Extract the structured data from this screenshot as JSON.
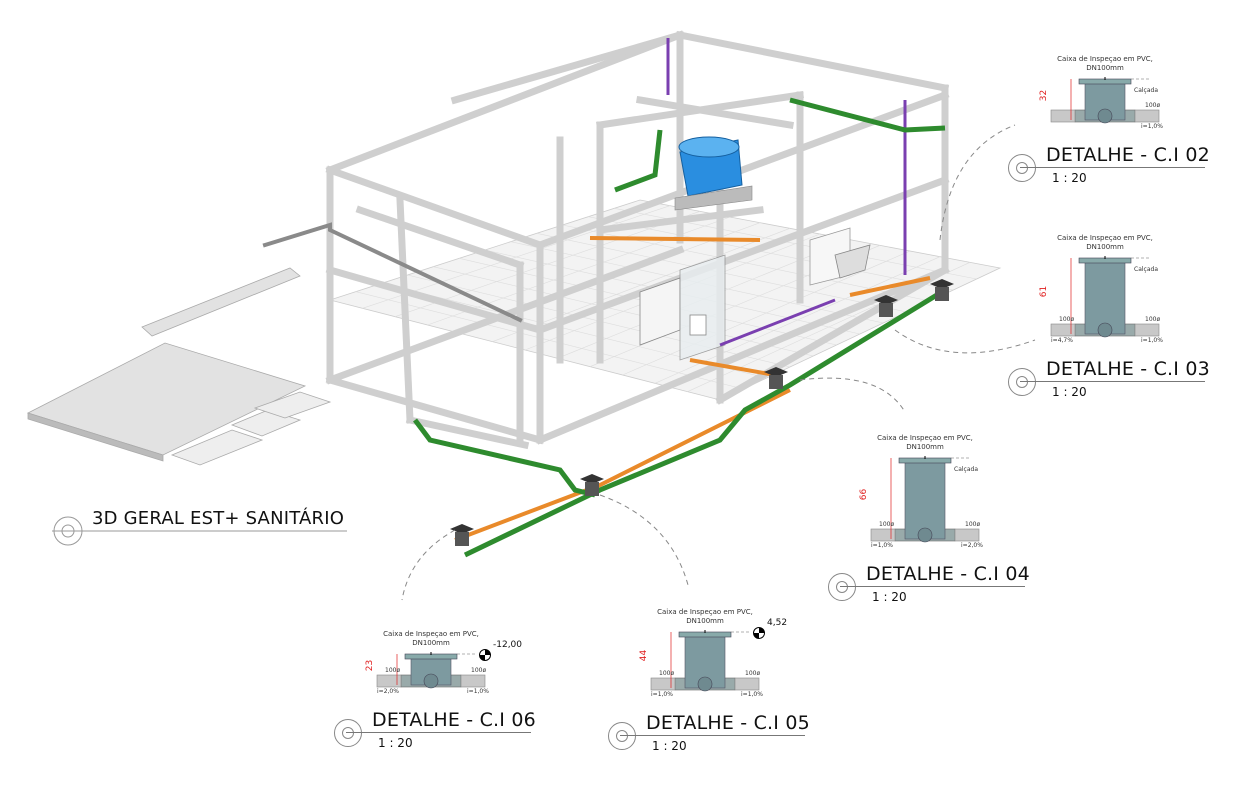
{
  "main_view": {
    "title": "3D GERAL EST+ SANITÁRIO"
  },
  "colors": {
    "structure": "#d2d2d2",
    "sewer_pipe": "#2e8b2e",
    "vent_pipe": "#e98a2a",
    "rain_pipe": "#7a3fb0",
    "water_tank": "#2a8ee0"
  },
  "details": [
    {
      "id": "ci02",
      "title": "DETALHE - C.I 02",
      "scale": "1 : 20",
      "caption_line1": "Caixa de Inspeçao em PVC,",
      "caption_line2": "DN100mm",
      "height": "32",
      "sidewalk": "Calçada",
      "pipe_right": "100ø",
      "slope_right": "i=1,0%",
      "pipe_left": "",
      "slope_left": "",
      "level": "",
      "tall": false
    },
    {
      "id": "ci03",
      "title": "DETALHE - C.I 03",
      "scale": "1 : 20",
      "caption_line1": "Caixa de Inspeçao em PVC,",
      "caption_line2": "DN100mm",
      "height": "61",
      "sidewalk": "Calçada",
      "pipe_left": "100ø",
      "slope_left": "i=4,7%",
      "pipe_right": "100ø",
      "slope_right": "i=1,0%",
      "level": "",
      "tall": true
    },
    {
      "id": "ci04",
      "title": "DETALHE - C.I 04",
      "scale": "1 : 20",
      "caption_line1": "Caixa de Inspeçao em PVC,",
      "caption_line2": "DN100mm",
      "height": "66",
      "sidewalk": "Calçada",
      "pipe_left": "100ø",
      "slope_left": "i=1,0%",
      "pipe_right": "100ø",
      "slope_right": "i=2,0%",
      "level": "",
      "tall": true
    },
    {
      "id": "ci05",
      "title": "DETALHE - C.I 05",
      "scale": "1 : 20",
      "caption_line1": "Caixa de Inspeçao em PVC,",
      "caption_line2": "DN100mm",
      "height": "44",
      "sidewalk": "",
      "pipe_left": "100ø",
      "slope_left": "i=1,0%",
      "pipe_right": "100ø",
      "slope_right": "i=1,0%",
      "level": "4,52",
      "tall": true
    },
    {
      "id": "ci06",
      "title": "DETALHE - C.I 06",
      "scale": "1 : 20",
      "caption_line1": "Caixa de Inspeçao em PVC,",
      "caption_line2": "DN100mm",
      "height": "23",
      "sidewalk": "",
      "pipe_left": "100ø",
      "slope_left": "i=2,0%",
      "pipe_right": "100ø",
      "slope_right": "i=1,0%",
      "level": "-12,00",
      "tall": false
    }
  ]
}
